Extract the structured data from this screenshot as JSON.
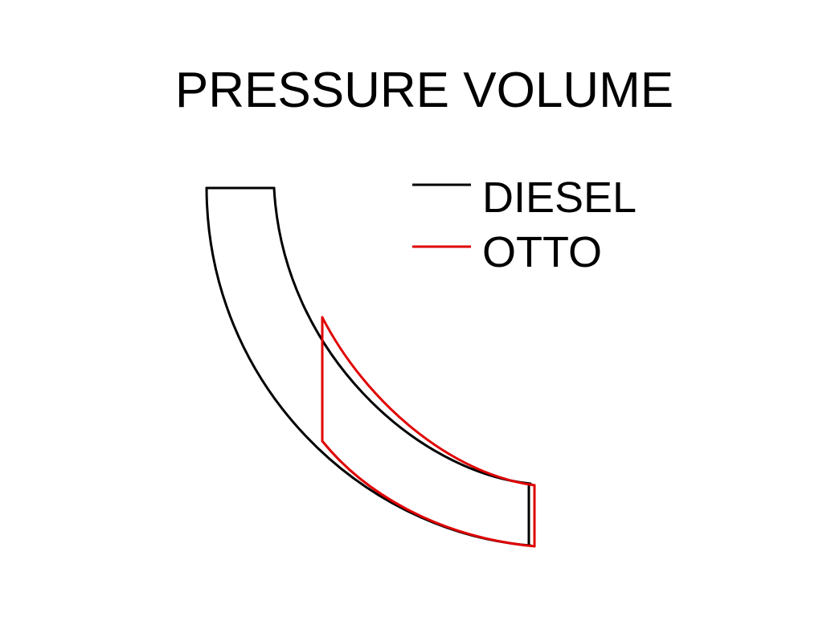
{
  "title": "PRESSURE VOLUME",
  "legend": [
    {
      "label": "DIESEL",
      "color": "#000000"
    },
    {
      "label": "OTTO",
      "color": "#e00000"
    }
  ],
  "colors": {
    "diesel": "#000000",
    "otto": "#e00000",
    "background": "#ffffff"
  }
}
